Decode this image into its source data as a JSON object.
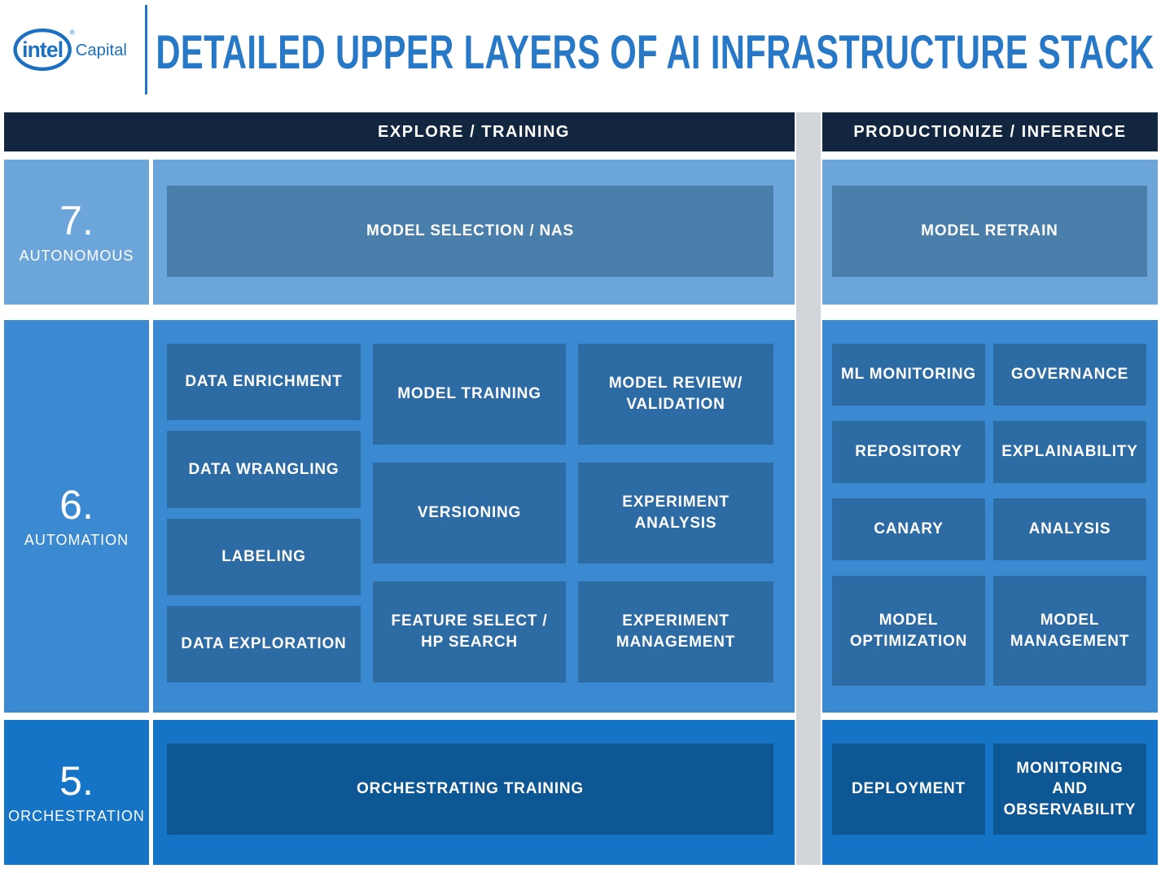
{
  "header": {
    "brand": "intel",
    "brand_registered": "®",
    "brand_sub": "Capital",
    "title": "DETAILED UPPER LAYERS OF AI INFRASTRUCTURE STACK"
  },
  "bands": {
    "left": "EXPLORE / TRAINING",
    "right": "PRODUCTIONIZE / INFERENCE"
  },
  "rows": {
    "autonomous": {
      "number": "7.",
      "label": "AUTONOMOUS",
      "left_box": "MODEL SELECTION / NAS",
      "right_box": "MODEL RETRAIN"
    },
    "automation": {
      "number": "6.",
      "label": "AUTOMATION",
      "left_col1": [
        "DATA ENRICHMENT",
        "DATA WRANGLING",
        "LABELING",
        "DATA EXPLORATION"
      ],
      "left_col2": [
        "MODEL TRAINING",
        "VERSIONING",
        "FEATURE SELECT /\nHP SEARCH"
      ],
      "left_col3": [
        "MODEL REVIEW/\nVALIDATION",
        "EXPERIMENT\nANALYSIS",
        "EXPERIMENT\nMANAGEMENT"
      ],
      "right_col1": [
        "ML MONITORING",
        "REPOSITORY",
        "CANARY",
        "MODEL\nOPTIMIZATION"
      ],
      "right_col2": [
        "GOVERNANCE",
        "EXPLAINABILITY",
        "ANALYSIS",
        "MODEL\nMANAGEMENT"
      ]
    },
    "orchestration": {
      "number": "5.",
      "label": "ORCHESTRATION",
      "left_box": "ORCHESTRATING TRAINING",
      "right_box1": "DEPLOYMENT",
      "right_box2": "MONITORING\nAND\nOBSERVABILITY"
    }
  },
  "colors": {
    "navy_header": "#12263f",
    "divider_gray": "#d2d6da",
    "row7_bg": "#6ba5d9",
    "row7_box": "#4a7fac",
    "row6_bg": "#3b8ad1",
    "row6_box": "#2d6ba4",
    "row5_bg": "#1574c5",
    "row5_box": "#0e5795",
    "title_blue": "#2878c8",
    "logo_blue": "#1c70c2"
  }
}
